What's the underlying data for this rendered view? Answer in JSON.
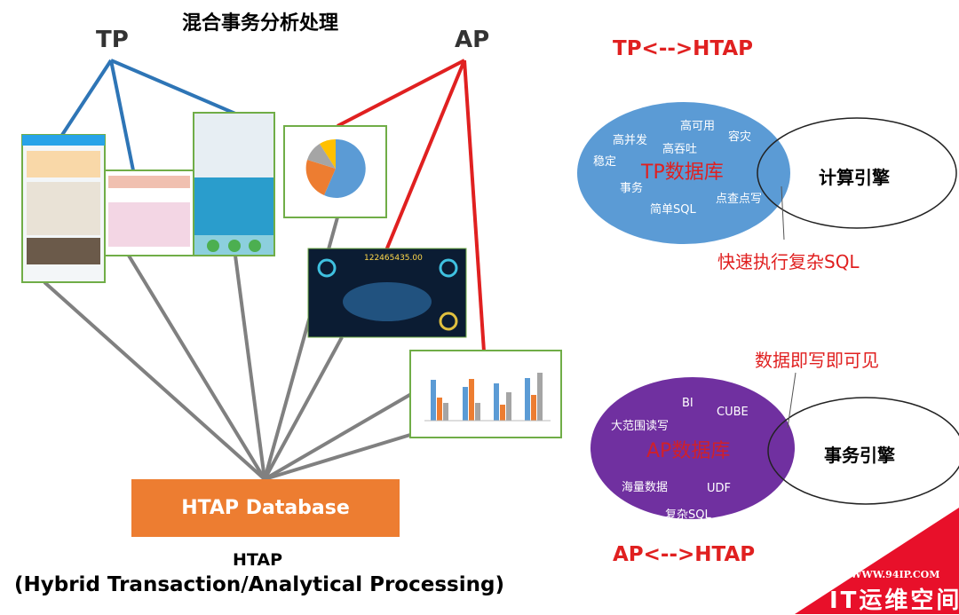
{
  "title": "混合事务分析处理",
  "tp_label": "TP",
  "ap_label": "AP",
  "htap_box": "HTAP Database",
  "htap_short": "HTAP",
  "htap_full": "(Hybrid Transaction/Analytical Processing)",
  "dashboard_number": "122465435.00",
  "tp_section": {
    "heading": "TP<-->HTAP",
    "db_label": "TP数据库",
    "features": [
      "高可用",
      "高并发",
      "容灾",
      "高吞吐",
      "稳定",
      "事务",
      "点查点写",
      "简单SQL"
    ],
    "engine": "计算引擎",
    "callout": "快速执行复杂SQL"
  },
  "ap_section": {
    "heading": "AP<-->HTAP",
    "db_label": "AP数据库",
    "features": [
      "BI",
      "CUBE",
      "大范围读写",
      "海量数据",
      "UDF",
      "复杂SQL"
    ],
    "engine": "事务引擎",
    "callout": "数据即写即可见"
  },
  "watermark": {
    "url": "WWW.94IP.COM",
    "name": "IT运维空间"
  },
  "colors": {
    "tp_line": "#2e75b6",
    "ap_line": "#e02020",
    "htap": "#ed7d31",
    "tp_ellipse": "#5b9bd5",
    "ap_ellipse": "#7030a0",
    "red": "#e02020"
  }
}
